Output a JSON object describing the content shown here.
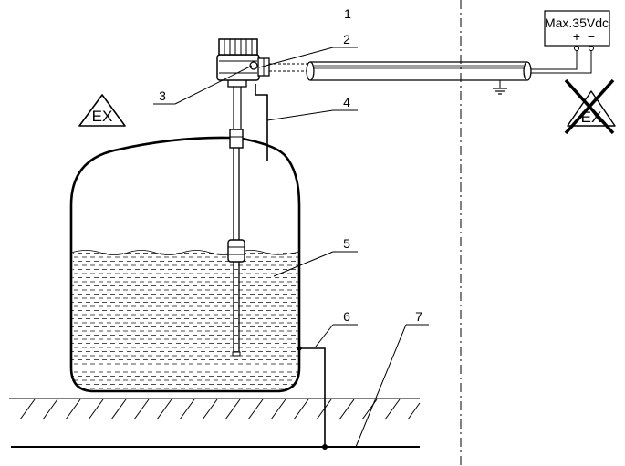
{
  "callouts": [
    "1",
    "2",
    "3",
    "4",
    "5",
    "6",
    "7"
  ],
  "hazard_zone_label": "EX",
  "safe_zone_label": "EX",
  "power_supply": {
    "label": "Max.35Vdc",
    "plus": "+",
    "minus": "−"
  },
  "colors": {
    "line": "#000000",
    "prohibited_cross": "#000000",
    "background": "#ffffff"
  },
  "icons": [
    "hazard-triangle-icon",
    "prohibited-cross-icon",
    "ground-symbol-icon"
  ]
}
